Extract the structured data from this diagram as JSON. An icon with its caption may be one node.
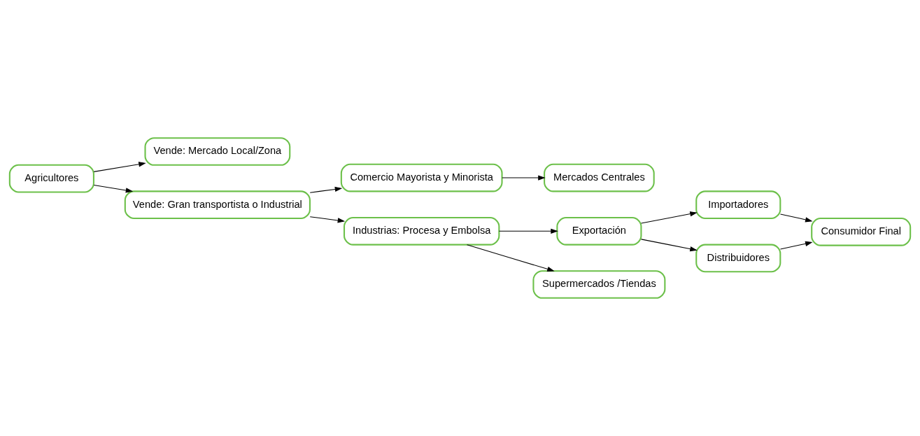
{
  "diagram": {
    "nodes": [
      {
        "text": [
          "Agricultores"
        ]
      },
      {
        "text": [
          "Vende: Mercado Local/Zona"
        ]
      },
      {
        "text": [
          "Vende: Gran transportista o Industrial"
        ]
      },
      {
        "text": [
          "Comercio Mayorista y Minorista"
        ]
      },
      {
        "text": [
          "Mercados Centrales"
        ]
      },
      {
        "text": [
          "Industrias: Procesa y Embolsa"
        ]
      },
      {
        "text": [
          "Exportación"
        ]
      },
      {
        "text": [
          "Supermercados /Tiendas"
        ]
      },
      {
        "text": [
          "Importadores"
        ]
      },
      {
        "text": [
          "Distribuidores"
        ]
      },
      {
        "text": [
          "Consumidor Final"
        ]
      }
    ],
    "edges": [
      {
        "from": 0,
        "to": 1,
        "arrow": "to"
      },
      {
        "from": 0,
        "to": 2,
        "arrow": "to"
      },
      {
        "from": 2,
        "to": 3,
        "arrow": "to"
      },
      {
        "from": 3,
        "to": 4,
        "arrow": "to"
      },
      {
        "from": 2,
        "to": 5,
        "arrow": "to"
      },
      {
        "from": 5,
        "to": 6,
        "arrow": "to"
      },
      {
        "from": 5,
        "to": 7,
        "arrow": "to"
      },
      {
        "from": 6,
        "to": 8,
        "arrow": "to"
      },
      {
        "from": 6,
        "to": 9,
        "arrow": "to"
      },
      {
        "from": 8,
        "to": 10,
        "arrow": "to"
      },
      {
        "from": 9,
        "to": 10,
        "arrow": "to"
      }
    ]
  }
}
